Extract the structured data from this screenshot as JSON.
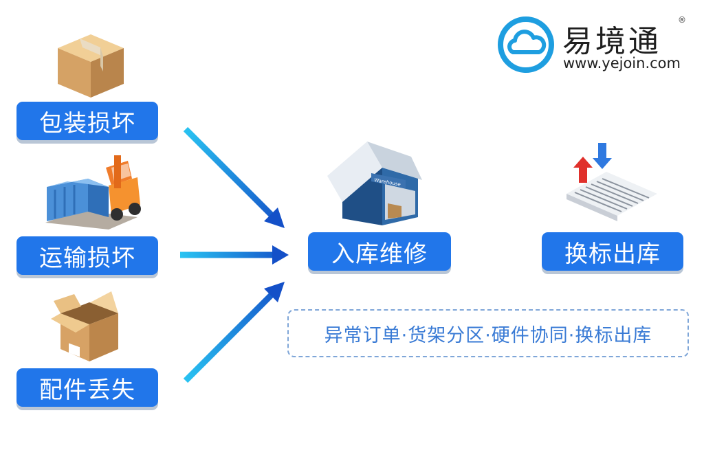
{
  "brand": {
    "name": "易境通",
    "url": "www.yejoin.com",
    "registered_mark": "®",
    "accent_color": "#1e9ee0"
  },
  "sources": [
    {
      "label": "包装损坏",
      "icon": "box-icon"
    },
    {
      "label": "运输损坏",
      "icon": "forklift-icon"
    },
    {
      "label": "配件丢失",
      "icon": "open-box-icon"
    }
  ],
  "center": {
    "label": "入库维修",
    "icon": "warehouse-icon",
    "warehouse_sign": "Warehouse"
  },
  "right": {
    "label": "换标出库",
    "icon": "barcode-updown-icon"
  },
  "summary": "异常订单·货架分区·硬件协同·换标出库",
  "colors": {
    "tag_blue": "#2176ea",
    "arrow_dark": "#1450c8",
    "arrow_light": "#29c4f2"
  }
}
